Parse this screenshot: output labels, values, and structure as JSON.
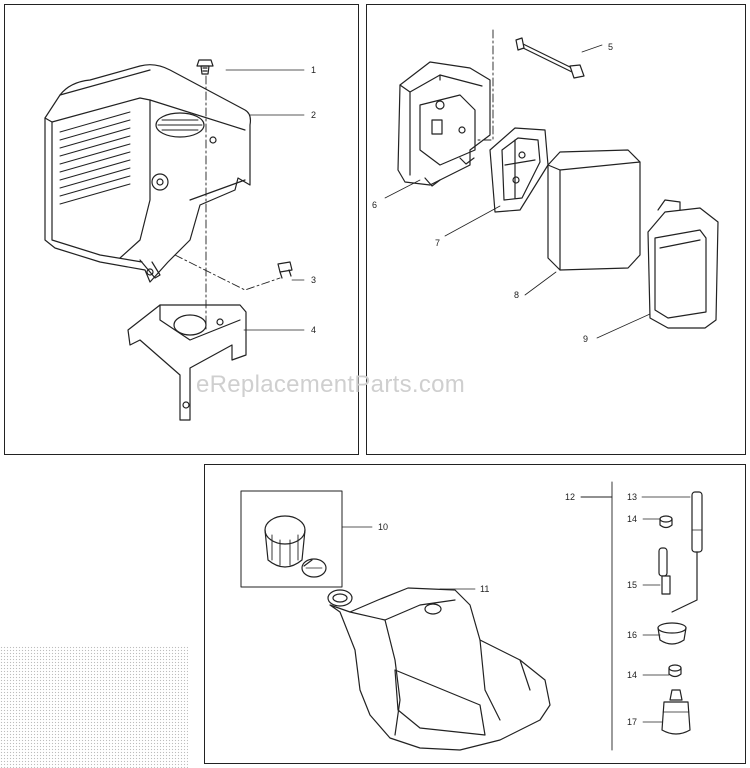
{
  "watermark": "eReplacementParts.com",
  "callouts": {
    "c1": "1",
    "c2": "2",
    "c3": "3",
    "c4": "4",
    "c5": "5",
    "c6": "6",
    "c7": "7",
    "c8": "8",
    "c9": "9",
    "c10": "10",
    "c11": "11",
    "c12": "12",
    "c13": "13",
    "c14a": "14",
    "c15": "15",
    "c16": "16",
    "c14b": "14",
    "c17": "17"
  },
  "colors": {
    "line": "#222222",
    "watermark": "#cfcfcf",
    "stipple": "#bdbdbd"
  }
}
